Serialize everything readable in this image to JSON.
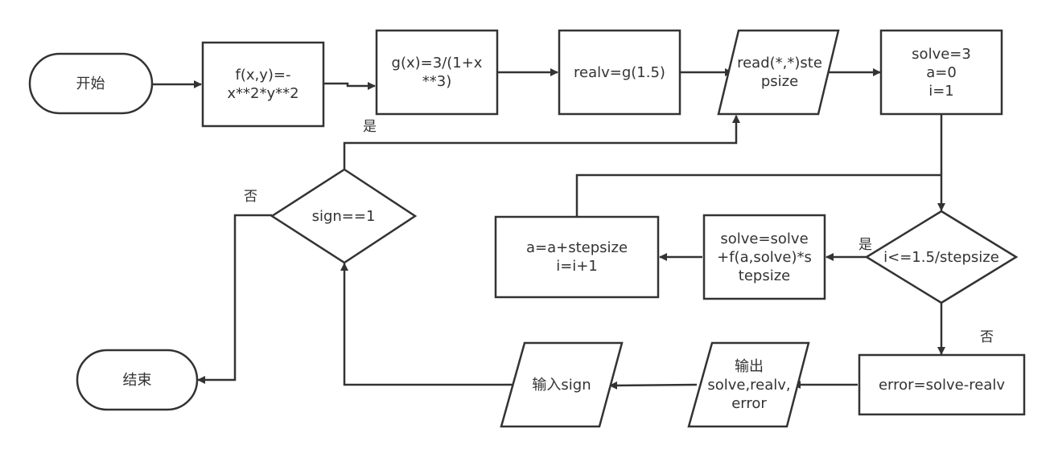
{
  "nodes": {
    "start": {
      "lines": [
        "开始"
      ]
    },
    "define_f": {
      "lines": [
        "f(x,y)=-",
        "x**2*y**2"
      ]
    },
    "define_g": {
      "lines": [
        "g(x)=3/(1+x",
        "**3)"
      ]
    },
    "compute_realv": {
      "lines": [
        "realv=g(1.5)"
      ]
    },
    "read_stepsize": {
      "lines": [
        "read(*,*)ste",
        "psize"
      ]
    },
    "init": {
      "lines": [
        "solve=3",
        "a=0",
        "i=1"
      ]
    },
    "loop_condition": {
      "lines": [
        "i<=1.5/stepsize"
      ]
    },
    "update_solve": {
      "lines": [
        "solve=solve",
        "+f(a,solve)*s",
        "tepsize"
      ]
    },
    "increment": {
      "lines": [
        "a=a+stepsize",
        "i=i+1"
      ]
    },
    "compute_error": {
      "lines": [
        "error=solve-realv"
      ]
    },
    "output": {
      "lines": [
        "输出",
        "solve,realv,",
        "error"
      ]
    },
    "input_sign": {
      "lines": [
        "输入sign"
      ]
    },
    "sign_condition": {
      "lines": [
        "sign==1"
      ]
    },
    "end": {
      "lines": [
        "结束"
      ]
    }
  },
  "edge_labels": {
    "sign_yes": "是",
    "sign_no": "否",
    "loop_yes": "是",
    "loop_no": "否"
  },
  "colors": {
    "stroke": "#333333",
    "fill": "#ffffff",
    "text": "#333333"
  }
}
